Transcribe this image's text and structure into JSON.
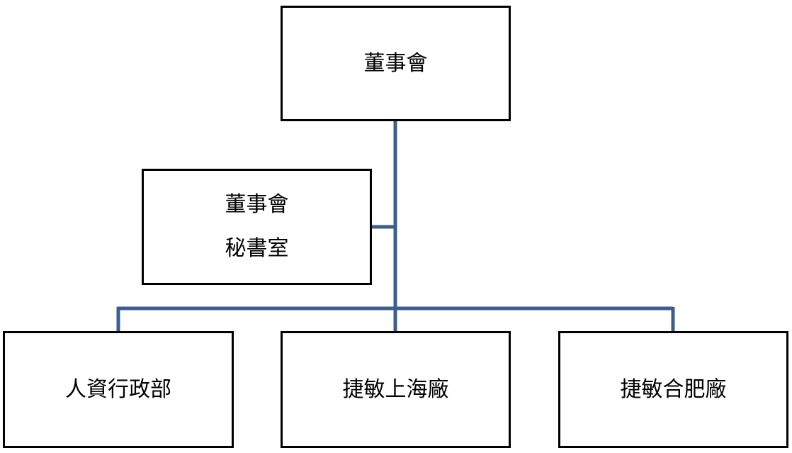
{
  "diagram": {
    "type": "org-chart",
    "connector_color": "#3B5E8C",
    "nodes": {
      "board": {
        "label": "董事會"
      },
      "secretary": {
        "line1": "董事會",
        "line2": "秘書室"
      },
      "hr": {
        "label": "人資行政部"
      },
      "shanghai": {
        "label": "捷敏上海廠"
      },
      "hefei": {
        "label": "捷敏合肥廠"
      }
    },
    "edges": [
      {
        "from": "board",
        "to": "secretary"
      },
      {
        "from": "board",
        "to": "hr"
      },
      {
        "from": "board",
        "to": "shanghai"
      },
      {
        "from": "board",
        "to": "hefei"
      }
    ]
  }
}
